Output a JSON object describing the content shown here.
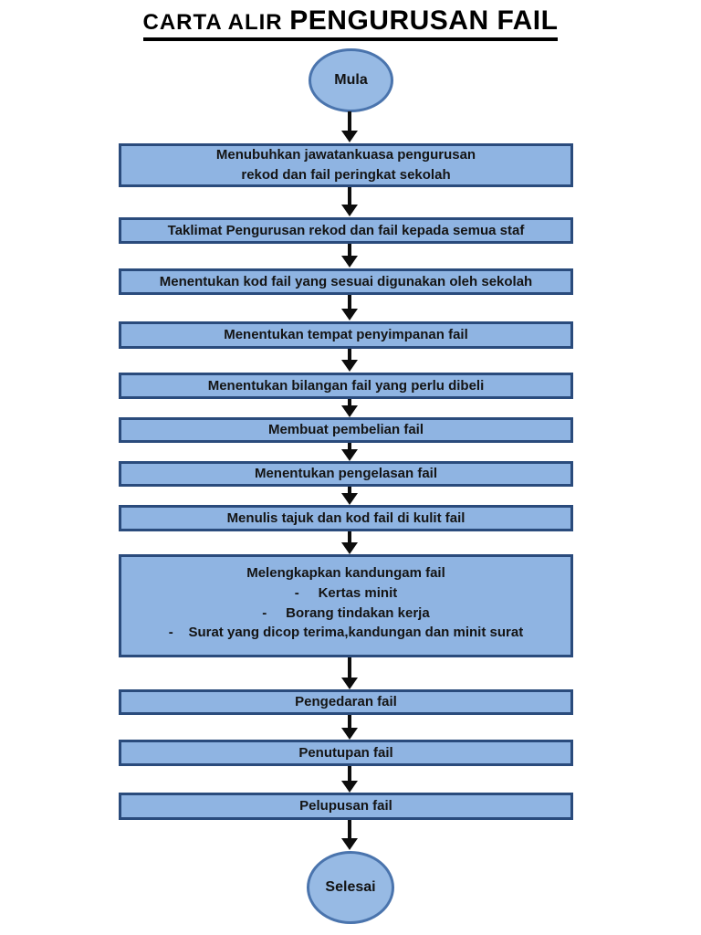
{
  "title": {
    "full": "CARTA ALIR PENGURUSAN FAIL",
    "part1": "CARTA ALIR ",
    "part2": "PENGURUSAN FAIL"
  },
  "colors": {
    "box_fill": "#8FB4E2",
    "box_border": "#2A4B7C",
    "terminator_fill": "#97BAE4",
    "terminator_border": "#4A74AD",
    "arrow": "#0d0d0d",
    "background": "#ffffff",
    "text": "#141414"
  },
  "flowchart": {
    "start": {
      "label": "Mula"
    },
    "end": {
      "label": "Selesai"
    },
    "steps": [
      {
        "lines": [
          "Menubuhkan jawatankuasa pengurusan",
          "rekod dan fail peringkat sekolah"
        ]
      },
      {
        "lines": [
          "Taklimat Pengurusan rekod dan fail kepada semua staf"
        ]
      },
      {
        "lines": [
          "Menentukan kod fail yang sesuai digunakan oleh sekolah"
        ]
      },
      {
        "lines": [
          "Menentukan tempat penyimpanan fail"
        ]
      },
      {
        "lines": [
          "Menentukan bilangan fail yang perlu dibeli"
        ]
      },
      {
        "lines": [
          "Membuat pembelian fail"
        ]
      },
      {
        "lines": [
          "Menentukan pengelasan fail"
        ]
      },
      {
        "lines": [
          "Menulis tajuk dan kod fail di kulit fail"
        ]
      },
      {
        "lines": [
          "Melengkapkan kandungam fail",
          "-     Kertas minit",
          "-     Borang tindakan kerja",
          "-    Surat yang dicop terima,kandungan dan minit surat"
        ]
      },
      {
        "lines": [
          "Pengedaran fail"
        ]
      },
      {
        "lines": [
          "Penutupan fail"
        ]
      },
      {
        "lines": [
          "Pelupusan fail"
        ]
      }
    ]
  }
}
